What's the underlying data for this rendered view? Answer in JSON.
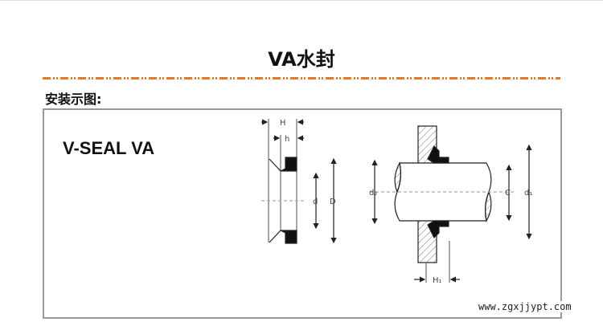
{
  "title": "VA水封",
  "section_label": "安装示图:",
  "diagram": {
    "heading": "V-SEAL VA",
    "labels": {
      "H": "H",
      "h": "h",
      "d": "d",
      "D": "D",
      "d2": "d₂",
      "C": "C",
      "d1": "d₁",
      "H1": "H₁"
    },
    "watermark": "www.zgxjjypt.com"
  },
  "colors": {
    "accent": "#e87722"
  }
}
